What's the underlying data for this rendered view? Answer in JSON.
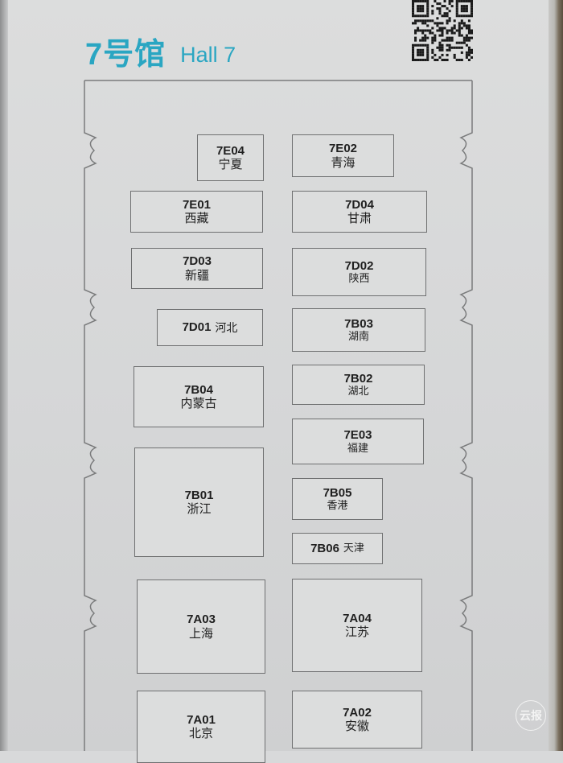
{
  "hall": {
    "title_zh": "7号馆",
    "title_en": "Hall 7"
  },
  "booths": [
    {
      "code": "7E04",
      "name": "宁夏"
    },
    {
      "code": "7E02",
      "name": "青海"
    },
    {
      "code": "7E01",
      "name": "西藏"
    },
    {
      "code": "7D04",
      "name": "甘肃"
    },
    {
      "code": "7D03",
      "name": "新疆"
    },
    {
      "code": "7D02",
      "name": "陕西"
    },
    {
      "code": "7D01",
      "name": "河北"
    },
    {
      "code": "7B03",
      "name": "湖南"
    },
    {
      "code": "7B04",
      "name": "内蒙古"
    },
    {
      "code": "7B02",
      "name": "湖北"
    },
    {
      "code": "7E03",
      "name": "福建"
    },
    {
      "code": "7B01",
      "name": "浙江"
    },
    {
      "code": "7B05",
      "name": "香港"
    },
    {
      "code": "7B06",
      "name": "天津"
    },
    {
      "code": "7A03",
      "name": "上海"
    },
    {
      "code": "7A04",
      "name": "江苏"
    },
    {
      "code": "7A01",
      "name": "北京"
    },
    {
      "code": "7A02",
      "name": "安徽"
    }
  ],
  "watermark": {
    "text": "云报"
  },
  "colors": {
    "accent": "#2aa6c2",
    "border": "#6f7071",
    "background": "#d8d9da"
  }
}
